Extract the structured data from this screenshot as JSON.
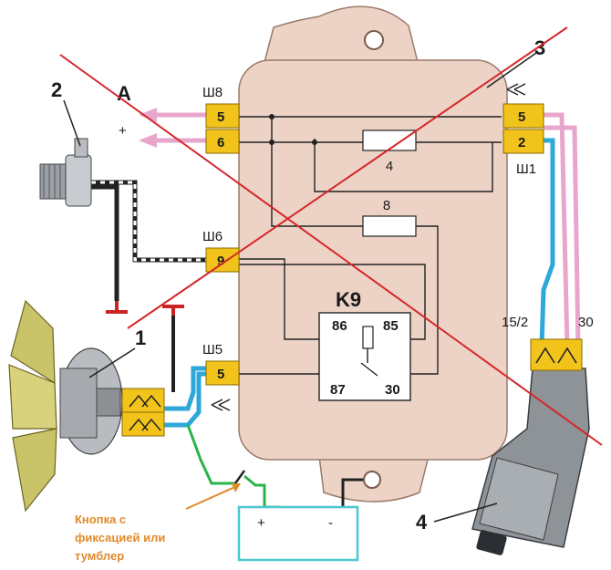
{
  "callouts": {
    "sensor": "2",
    "fan": "1",
    "relay_unit": "3",
    "ignition_switch": "4"
  },
  "signals": {
    "a": "A",
    "plus": "+"
  },
  "connectors": {
    "sh8": {
      "label": "Ш8",
      "pins": [
        "5",
        "6"
      ]
    },
    "sh6": {
      "label": "Ш6",
      "pins": [
        "9"
      ]
    },
    "sh5": {
      "label": "Ш5",
      "pins": [
        "5"
      ]
    },
    "sh1": {
      "label": "Ш1",
      "pins": [
        "5",
        "2"
      ]
    }
  },
  "fuses": {
    "f1": "4",
    "f2": "8"
  },
  "relay": {
    "name": "K9",
    "t86": "86",
    "t85": "85",
    "t87": "87",
    "t30": "30"
  },
  "switch_terminals": {
    "t15_2": "15/2",
    "t30": "30"
  },
  "battery": {
    "plus": "+",
    "minus": "-"
  },
  "annotation": [
    "Кнопка с",
    "фиксацией или",
    "тумблер"
  ],
  "colors": {
    "housing": "#ecd3c6",
    "connector": "#f2c41b",
    "pink_wire": "#e9a6cc",
    "blue_wire": "#2ea7d9",
    "green_wire": "#2cb34a",
    "cross_out": "#d6262a",
    "annotation": "#e08a2a",
    "battery_outline": "#4cc6cf"
  }
}
